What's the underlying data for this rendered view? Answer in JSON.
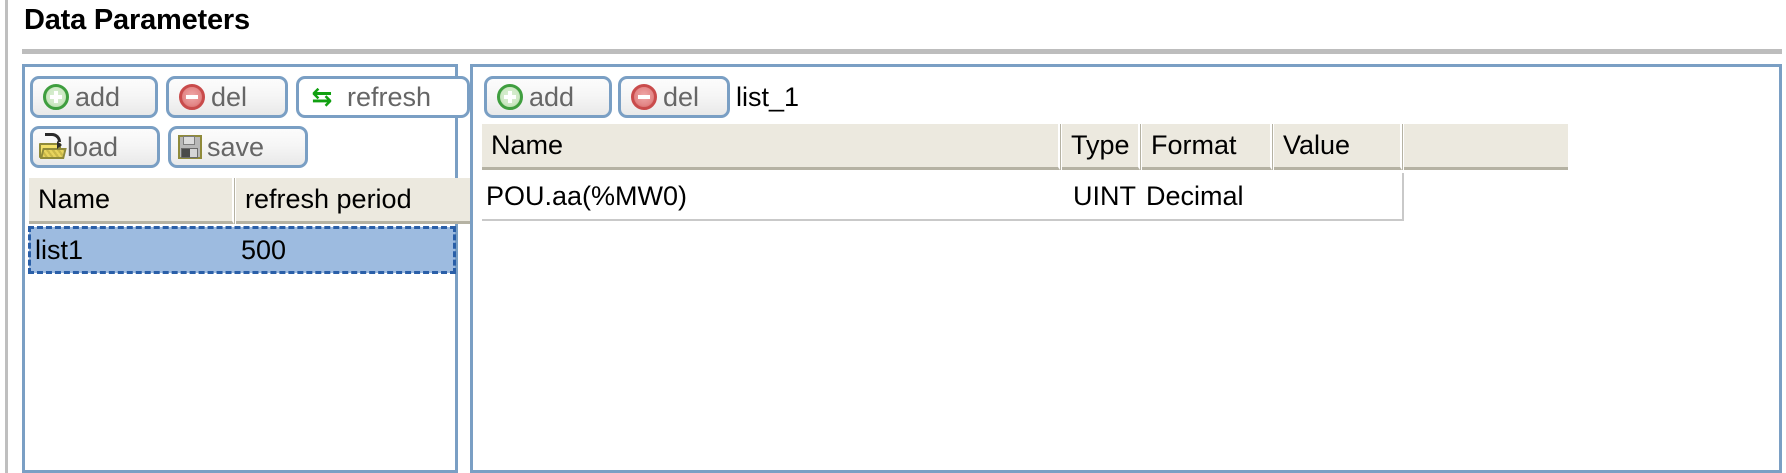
{
  "page": {
    "title": "Data Parameters"
  },
  "left_panel": {
    "name": "lists-panel",
    "toolbar": {
      "add": {
        "label": "add",
        "icon": "add-circle-icon"
      },
      "del": {
        "label": "del",
        "icon": "remove-circle-icon"
      },
      "refresh": {
        "label": "refresh",
        "icon": "refresh-icon"
      },
      "load": {
        "label": "load",
        "icon": "folder-open-icon"
      },
      "save": {
        "label": "save",
        "icon": "floppy-disk-icon"
      }
    },
    "table": {
      "columns": [
        "Name",
        "refresh period"
      ],
      "rows": [
        {
          "Name": "list1",
          "refresh period": "500",
          "selected": true
        }
      ]
    }
  },
  "right_panel": {
    "name": "list-items-panel",
    "toolbar": {
      "add": {
        "label": "add",
        "icon": "add-circle-icon"
      },
      "del": {
        "label": "del",
        "icon": "remove-circle-icon"
      }
    },
    "list_name": "list_1",
    "table": {
      "columns": [
        "Name",
        "Type",
        "Format",
        "Value",
        ""
      ],
      "rows": [
        {
          "Name": "POU.aa(%MW0)",
          "Type": "UINT",
          "Format": "Decimal",
          "Value": ""
        }
      ]
    }
  },
  "colors": {
    "panel_border": "#7a9fc4",
    "header_cell": "#ece9df",
    "selection": "#9dbbe0",
    "rule": "#bdbdbd",
    "add_icon": "#3f9e3f",
    "del_icon": "#c94b4b",
    "refresh_icon": "#11a011"
  }
}
